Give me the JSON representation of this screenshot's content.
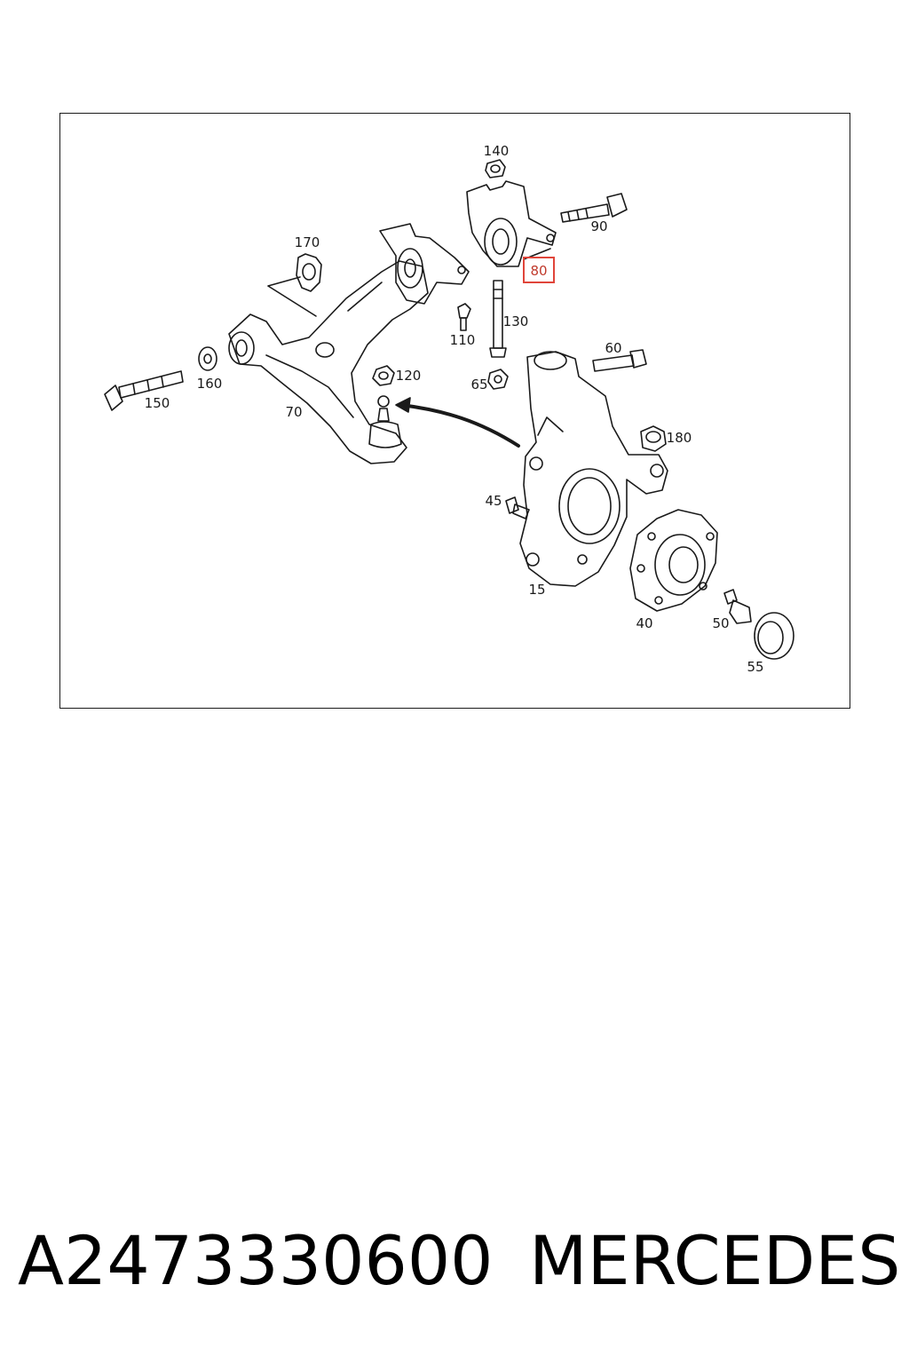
{
  "diagram": {
    "callouts": {
      "c140": "140",
      "c90": "90",
      "c170": "170",
      "c80": "80",
      "c130": "130",
      "c110": "110",
      "c60": "60",
      "c160": "160",
      "c120": "120",
      "c65": "65",
      "c150": "150",
      "c70": "70",
      "c180": "180",
      "c45": "45",
      "c15": "15",
      "c40": "40",
      "c50": "50",
      "c55": "55"
    },
    "highlighted_callout": "80",
    "highlight_color": "#e0453a",
    "line_color": "#1a1a1a"
  },
  "footer": {
    "part_number": "A2473330600",
    "brand": "MERCEDES"
  }
}
